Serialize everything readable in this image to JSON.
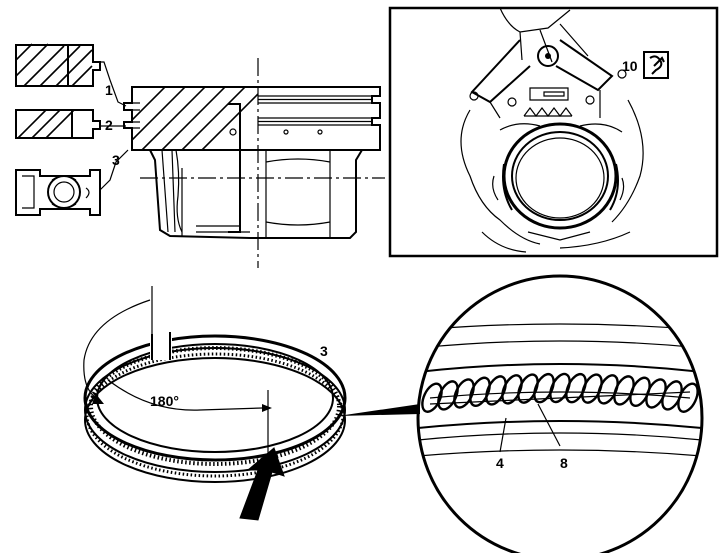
{
  "labels": {
    "ring_1": "1",
    "ring_2": "2",
    "ring_3": "3",
    "tool_10": "10",
    "ring_3_detail": "3",
    "angle_180": "180°",
    "expander_4": "4",
    "spring_8": "8"
  },
  "icons": {
    "special_tool_symbol": "special-tool-icon"
  }
}
